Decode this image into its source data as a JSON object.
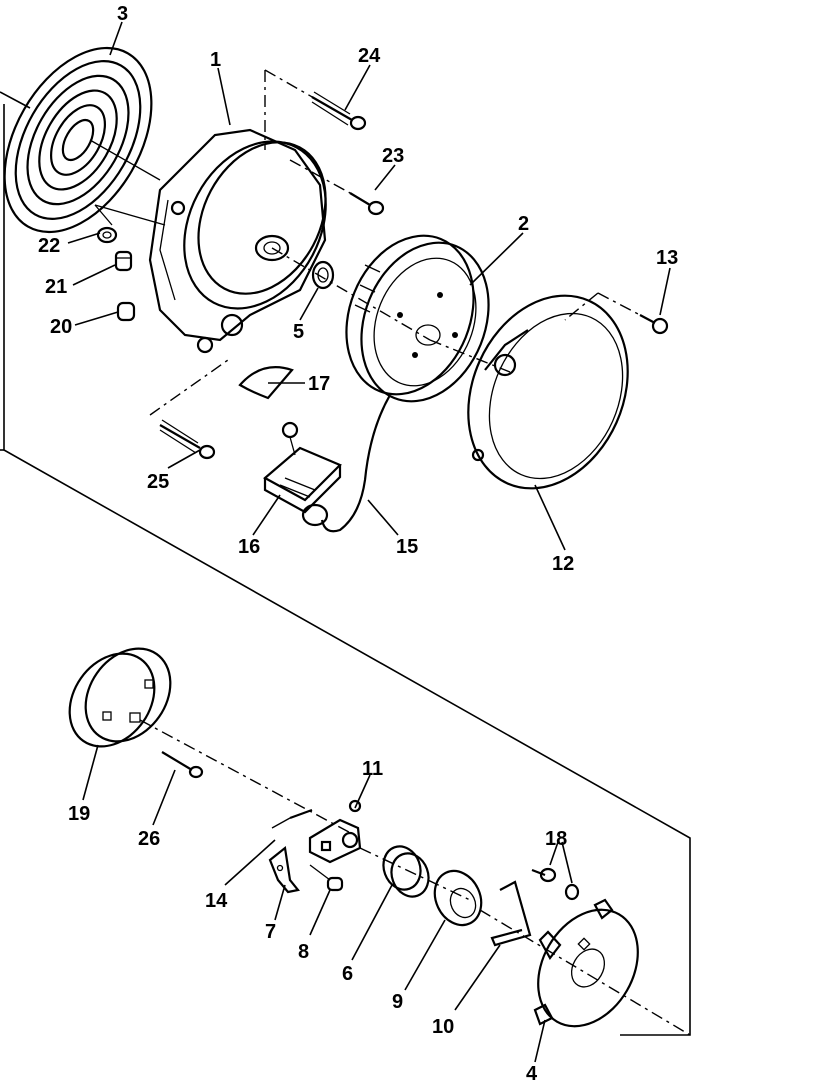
{
  "diagram": {
    "type": "exploded parts diagram",
    "labels": {
      "p1": "1",
      "p2": "2",
      "p3": "3",
      "p4": "4",
      "p5": "5",
      "p6": "6",
      "p7": "7",
      "p8": "8",
      "p9": "9",
      "p10": "10",
      "p11": "11",
      "p12": "12",
      "p13": "13",
      "p14": "14",
      "p15": "15",
      "p16": "16",
      "p17": "17",
      "p18": "18",
      "p19": "19",
      "p20": "20",
      "p21": "21",
      "p22": "22",
      "p23": "23",
      "p24": "24",
      "p25": "25",
      "p26": "26"
    }
  }
}
